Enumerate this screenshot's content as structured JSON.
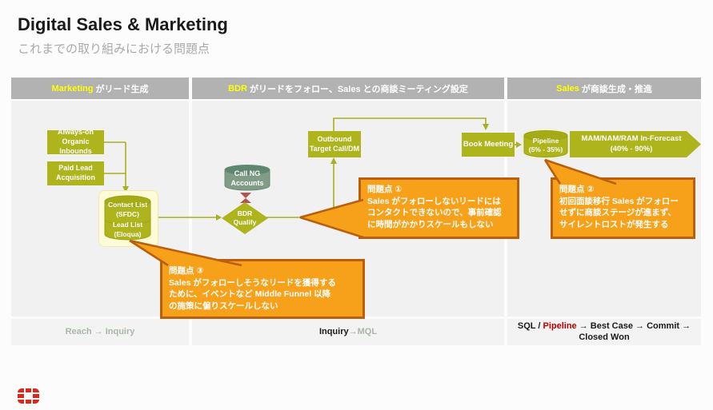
{
  "slide": {
    "title": "Digital Sales & Marketing",
    "subtitle": "これまでの取り組みにおける問題点"
  },
  "headers": {
    "h1": {
      "hl": "Marketing",
      "rest": "がリード生成"
    },
    "h2": {
      "hl": "BDR",
      "rest": "がリードをフォロー、Sales との商談ミーティング設定"
    },
    "h3": {
      "hl": "Sales",
      "rest": "が商談生成・推進"
    }
  },
  "footers": {
    "f1": {
      "text": "Reach → Inquiry"
    },
    "f2": {
      "p1": "Inquiry",
      "p2": " → ",
      "p3": "MQL"
    },
    "f3": {
      "p1": "SQL / ",
      "p2": "Pipeline",
      "p3": " → Best Case → Commit → Closed Won"
    }
  },
  "nodes": {
    "always_on": {
      "line1": "Always-on",
      "line2": "Organic Inbounds"
    },
    "paid_lead": {
      "line1": "Paid Lead",
      "line2": "Acquisition"
    },
    "contact_list": {
      "line1": "Contact List",
      "line2": "(SFDC)",
      "line3": "Lead List",
      "line4": "(Eloqua)"
    },
    "call_ng": {
      "line1": "Call NG",
      "line2": "Accounts"
    },
    "bdr_qualify": {
      "line1": "BDR",
      "line2": "Qualify"
    },
    "outbound": {
      "line1": "Outbound",
      "line2": "Target Call/DM"
    },
    "book_meeting": {
      "label": "Book Meeting"
    },
    "pipeline": {
      "line1": "Pipeline",
      "line2": "(5% - 35%)"
    },
    "forecast": {
      "line1": "MAM/NAM/RAM In-Forecast",
      "line2": "(40% - 90%)"
    }
  },
  "callouts": {
    "c1": {
      "title": "問題点 ①",
      "l1": "Sales がフォローしないリードには",
      "l2": "コンタクトできないので、事前確認",
      "l3": "に時間がかかりスケールもしない"
    },
    "c2": {
      "title": "問題点 ②",
      "l1": "初回面談移行 Sales がフォロー",
      "l2": "せずに商談ステージが進まず、",
      "l3": "サイレントロストが発生する"
    },
    "c3": {
      "title": "問題点 ③",
      "l1": "Sales がフォローしそうなリードを獲得する",
      "l2": "ために、イベントなど Middle Funnel 以降",
      "l3": "の施策に偏りスケールしない"
    }
  },
  "colors": {
    "olive": "#aeb41c",
    "olive_dark": "#99a013",
    "sage": "#7e9c86",
    "sage_dark": "#5a8068",
    "callout_orange": "#f7a11b",
    "callout_border": "#b95f0e",
    "header_gray": "#b2b2b2",
    "highlight_yellow": "#ffff00",
    "pipeline_red": "#c00000",
    "footer_sage": "#a8b8a8",
    "logo_red": "#da291c",
    "hourglass_red": "#b5524c"
  }
}
